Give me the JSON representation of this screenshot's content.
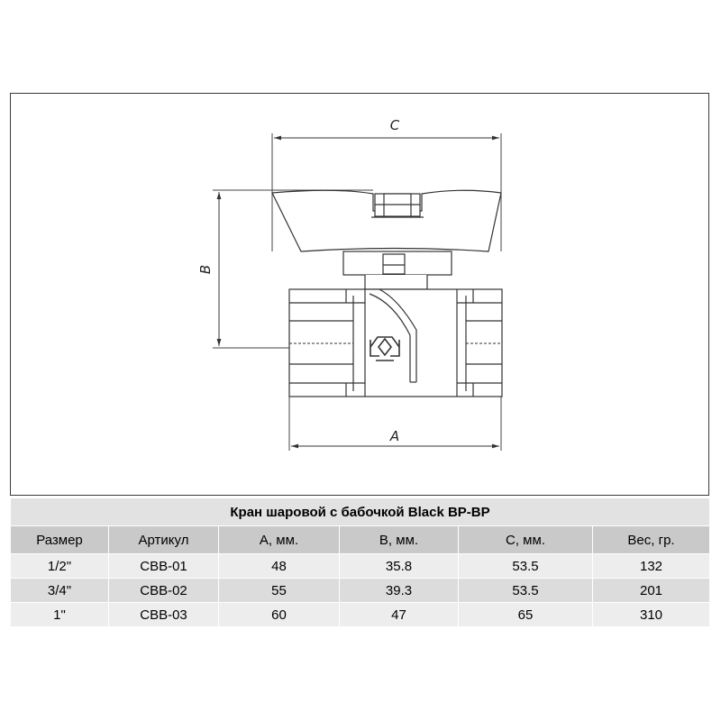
{
  "drawing": {
    "dim_c": "C",
    "dim_b": "B",
    "dim_a": "A"
  },
  "table": {
    "title": "Кран шаровой с бабочкой Black ВР-ВР",
    "headers": [
      "Размер",
      "Артикул",
      "A, мм.",
      "B, мм.",
      "C, мм.",
      "Вес, гр."
    ],
    "rows": [
      [
        "1/2\"",
        "CBB-01",
        "48",
        "35.8",
        "53.5",
        "132"
      ],
      [
        "3/4\"",
        "CBB-02",
        "55",
        "39.3",
        "53.5",
        "201"
      ],
      [
        "1\"",
        "CBB-03",
        "60",
        "47",
        "65",
        "310"
      ]
    ]
  }
}
